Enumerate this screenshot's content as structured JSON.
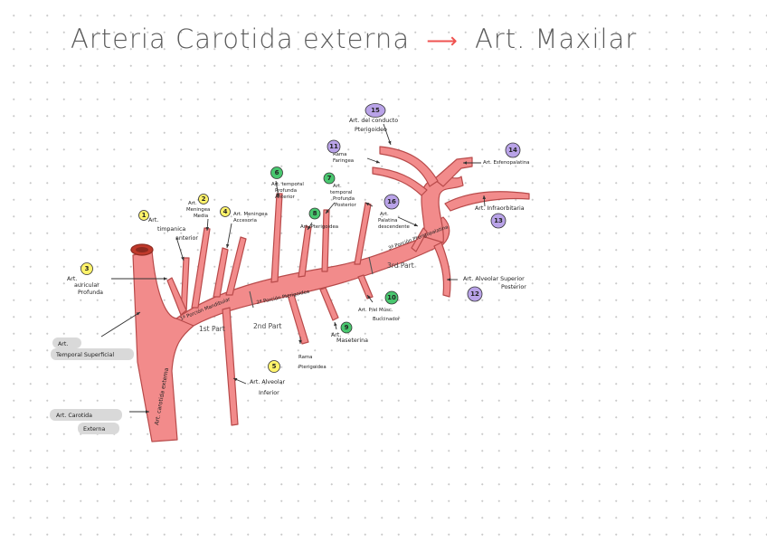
{
  "title": {
    "left": "Arteria Carotida externa",
    "arrow": "⟶",
    "right": "Art. Maxilar"
  },
  "colors": {
    "vessel_fill": "#f28b8b",
    "vessel_stroke": "#b84a4a",
    "badge_yellow": "#fff36b",
    "badge_green": "#49c76f",
    "badge_purple": "#b9a3e8",
    "pointer": "#333333",
    "title_arrow": "#ef5350"
  },
  "labels": {
    "carotida_externa_tag": [
      "Art. Carotida",
      "Externa"
    ],
    "temporal_superficial": [
      "Art.",
      "Temporal Superficial"
    ],
    "vessel_carotida": "Art. carotida externa",
    "l1": "Art. timpanica anterior",
    "l2": "Art. meningea media",
    "l3": "Art. auricular Profunda",
    "l4": "Art. meningea accesoria",
    "l5": "Art. Alveolar Inferior",
    "l6": "Art. temporal Profunda anterior",
    "l7": "Art. temporal Profunda Posterior",
    "l8": "Art. Pterigoidea",
    "l9": "Art. Maseterina",
    "l10": "Art. P/el Músc. Buccinador",
    "l11": "Rama Faringea",
    "l12": "Art. Alveolar Superior Posterior",
    "l13": "Art. Infraorbitaria",
    "l14": "Art. Esfenopalatina",
    "l15": "Art. del conducto Pterigoideo",
    "l16": "Art. Palatina descendente",
    "ramas_pterigoideas": "Rama Pterigoidea",
    "porcion1": "1ª Porción Mandibular",
    "porcion2": "2ª Porción Pterigoidea",
    "porcion3": "3ª Porción Pterigopalatina",
    "part1": "1st Part",
    "part2": "2nd Part",
    "part3": "3rd Part"
  },
  "badges": [
    "1",
    "2",
    "3",
    "4",
    "5",
    "6",
    "7",
    "8",
    "9",
    "10",
    "11",
    "12",
    "13",
    "14",
    "15",
    "16"
  ]
}
